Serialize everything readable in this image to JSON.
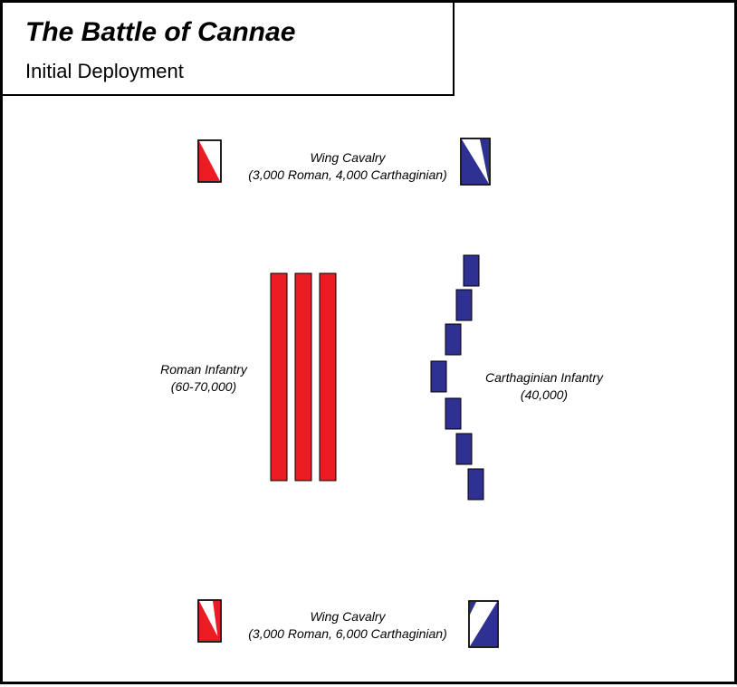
{
  "header": {
    "title": "The Battle of Cannae",
    "subtitle": "Initial Deployment"
  },
  "labels": {
    "wing_cavalry_top": {
      "line1": "Wing Cavalry",
      "line2": "(3,000 Roman, 4,000 Carthaginian)"
    },
    "wing_cavalry_bottom": {
      "line1": "Wing Cavalry",
      "line2": "(3,000 Roman, 6,000 Carthaginian)"
    },
    "roman_infantry": {
      "line1": "Roman Infantry",
      "line2": "(60-70,000)"
    },
    "carthaginian_infantry": {
      "line1": "Carthaginian Infantry",
      "line2": "(40,000)"
    }
  },
  "colors": {
    "roman": "#ed1c24",
    "carthaginian": "#2e3192",
    "outline": "#000000",
    "background": "#ffffff"
  }
}
